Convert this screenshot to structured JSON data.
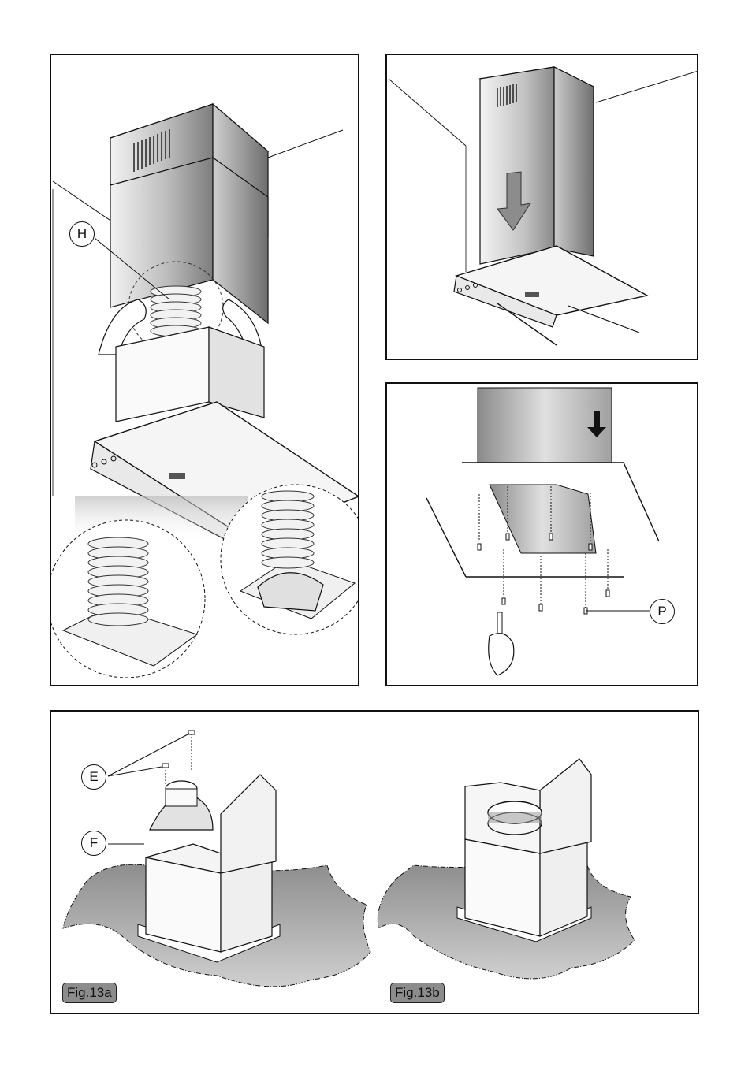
{
  "panels": {
    "top_left": {
      "callout": "H"
    },
    "middle_right": {
      "callout": "P"
    },
    "bottom": {
      "callout_e": "E",
      "callout_f": "F",
      "fig_a": "Fig.13a",
      "fig_b": "Fig.13b"
    }
  },
  "colors": {
    "stroke": "#111111",
    "steel_light": "#e6e6e6",
    "steel_dark": "#8e8e8e",
    "floor_shadow": "#9a9a9a",
    "label_fill": "#8c8c8c"
  }
}
